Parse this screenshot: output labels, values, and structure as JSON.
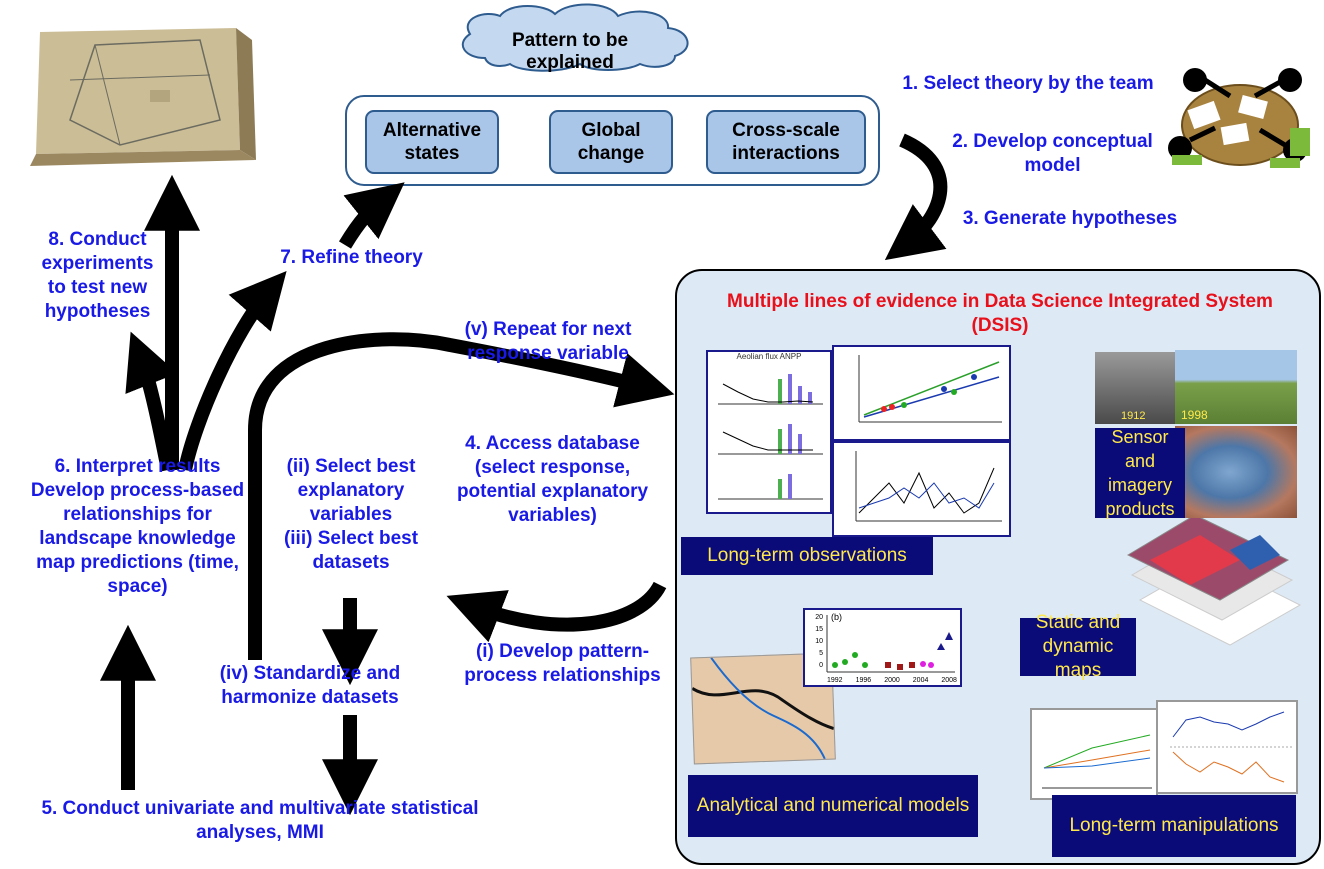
{
  "cloud_title": "Pattern to be explained",
  "themes": [
    "Alternative states",
    "Global change",
    "Cross-scale interactions"
  ],
  "steps": {
    "s1": "1. Select theory by the team",
    "s2": "2. Develop conceptual model",
    "s3": "3. Generate hypotheses",
    "s4": "4. Access database (select response, potential explanatory variables)",
    "s5": "5. Conduct univariate and multivariate statistical analyses, MMI",
    "s6": "6. Interpret results Develop process-based relationships for landscape knowledge map predictions (time, space)",
    "s7": "7. Refine theory",
    "s8": "8. Conduct experiments to test new hypotheses"
  },
  "substeps": {
    "i": "(i) Develop pattern-process relationships",
    "ii": "(ii) Select best explanatory variables",
    "iii": "(iii) Select best datasets",
    "iv": "(iv) Standardize and harmonize datasets",
    "v": "(v) Repeat for next response variable"
  },
  "dsis": {
    "title": "Multiple lines of evidence in Data Science Integrated System (DSIS)",
    "panels": {
      "long_term_obs": "Long-term observations",
      "sensor": "Sensor and imagery products",
      "maps": "Static and dynamic maps",
      "models": "Analytical and numerical models",
      "manipulations": "Long-term manipulations"
    },
    "photo_years": [
      "1912",
      "1998"
    ],
    "aeolian_title": "Aeolian flux   ANPP",
    "model_chart_label": "(b)",
    "model_chart_x": [
      "1992",
      "1996",
      "2000",
      "2004",
      "2008"
    ],
    "model_chart_y": [
      "0",
      "5",
      "10",
      "15",
      "20"
    ]
  },
  "colors": {
    "step_text": "#1a1ae6",
    "dsis_title": "#e8101a",
    "panel_bg": "#0a0a78",
    "panel_text": "#ffe94a",
    "dsis_bg": "#dde9f5",
    "theme_box": "#a9c5e8"
  }
}
